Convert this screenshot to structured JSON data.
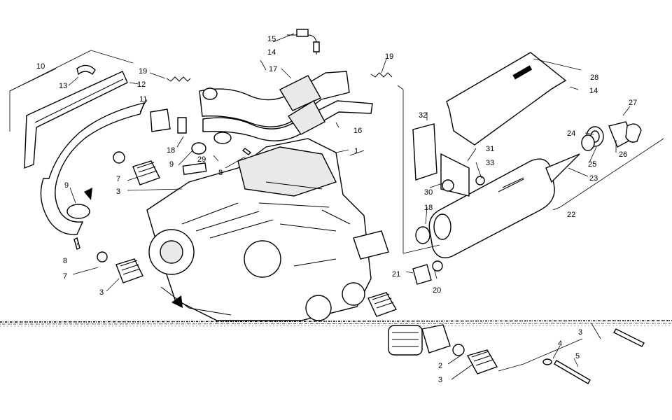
{
  "diagram": {
    "callouts": {
      "c1": "1",
      "c2": "2",
      "c3a": "3",
      "c3b": "3",
      "c3c": "3",
      "c3d": "3",
      "c4": "4",
      "c5": "5",
      "c7a": "7",
      "c7b": "7",
      "c8a": "8",
      "c8b": "8",
      "c9a": "9",
      "c9b": "9",
      "c10": "10",
      "c11": "11",
      "c12": "12",
      "c13": "13",
      "c14a": "14",
      "c14b": "14",
      "c15": "15",
      "c16": "16",
      "c17": "17",
      "c18a": "18",
      "c18b": "18",
      "c19a": "19",
      "c19b": "19",
      "c20": "20",
      "c21": "21",
      "c22": "22",
      "c23": "23",
      "c24": "24",
      "c25": "25",
      "c26": "26",
      "c27": "27",
      "c28": "28",
      "c29": "29",
      "c30": "30",
      "c31": "31",
      "c32": "32",
      "c33": "33"
    }
  }
}
